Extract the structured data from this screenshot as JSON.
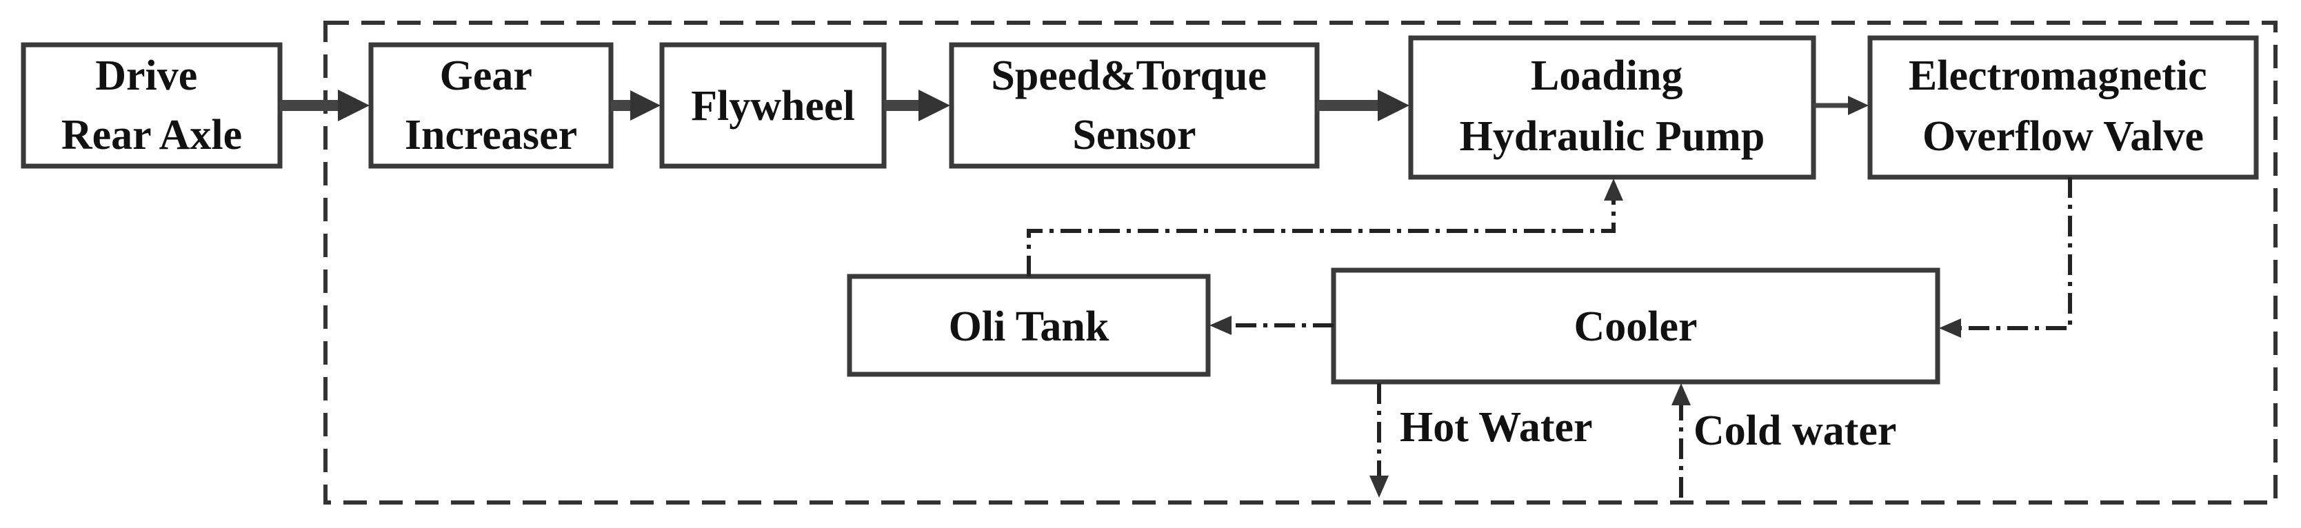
{
  "blocks": {
    "drive_rear_axle": [
      "Drive",
      "Rear Axle"
    ],
    "gear_increaser": [
      "Gear",
      "Increaser"
    ],
    "flywheel": [
      "Flywheel"
    ],
    "speed_torque_sensor": [
      "Speed&Torque",
      "Sensor"
    ],
    "loading_hydraulic_pump": [
      "Loading",
      "Hydraulic Pump"
    ],
    "electromagnetic_overflow_valve": [
      "Electromagnetic",
      "Overflow Valve"
    ],
    "oli_tank": [
      "Oli Tank"
    ],
    "cooler": [
      "Cooler"
    ]
  },
  "labels": {
    "hot_water": "Hot Water",
    "cold_water": "Cold water"
  },
  "colors": {
    "stroke": "#3a3a3a",
    "text": "#111111",
    "background": "#ffffff"
  }
}
